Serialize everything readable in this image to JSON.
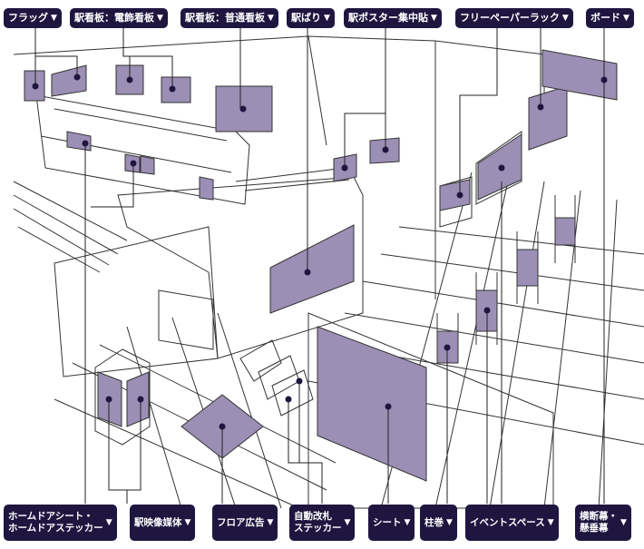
{
  "top_labels": [
    {
      "id": "flag",
      "label": "フラッグ"
    },
    {
      "id": "ekikanban-denshoku",
      "label": "駅看板：電飾看板"
    },
    {
      "id": "ekikanban-futsu",
      "label": "駅看板：普通看板"
    },
    {
      "id": "ekibari",
      "label": "駅ばり"
    },
    {
      "id": "eki-poster",
      "label": "駅ポスター集中貼"
    },
    {
      "id": "free-paper",
      "label": "フリーペーパーラック"
    },
    {
      "id": "board",
      "label": "ボード"
    }
  ],
  "bottom_labels": [
    {
      "id": "home-door",
      "line1": "ホームドアシート・",
      "line2": "ホームドアステッカー"
    },
    {
      "id": "eki-eizo",
      "line1": "駅映像媒体",
      "line2": ""
    },
    {
      "id": "floor",
      "line1": "フロア広告",
      "line2": ""
    },
    {
      "id": "kaisatsu",
      "line1": "自動改札",
      "line2": "ステッカー"
    },
    {
      "id": "sheet",
      "line1": "シート",
      "line2": ""
    },
    {
      "id": "hashira",
      "line1": "柱巻",
      "line2": ""
    },
    {
      "id": "event",
      "line1": "イベントスペース",
      "line2": ""
    },
    {
      "id": "odanmaku",
      "line1": "横断幕・",
      "line2": "懸垂幕"
    }
  ],
  "arrow_glyph": "▼",
  "colors": {
    "tag_bg": "#1f1640",
    "ad_fill": "#9b8fb5",
    "line": "#222222"
  }
}
